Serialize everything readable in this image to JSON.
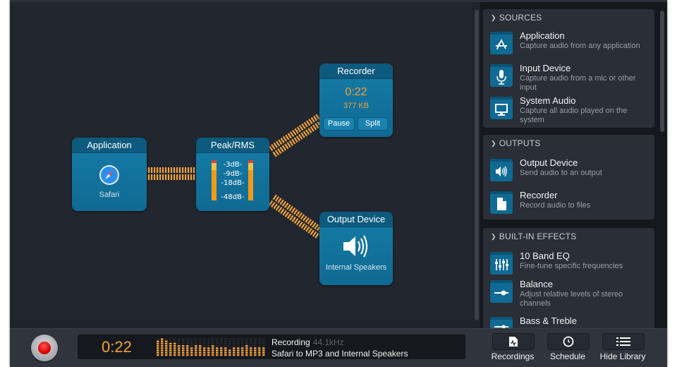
{
  "canvas": {
    "nodes": {
      "application": {
        "title": "Application",
        "subtitle": "Safari",
        "icon": "safari-compass-icon"
      },
      "peak_rms": {
        "title": "Peak/RMS",
        "db_labels": [
          "-3dB-",
          "-9dB-",
          "-18dB-",
          "-48dB-"
        ],
        "left_level": 0.92,
        "right_level": 0.92
      },
      "recorder": {
        "title": "Recorder",
        "time": "0:22",
        "size": "377 KB",
        "pause_label": "Pause",
        "split_label": "Split"
      },
      "output_device": {
        "title": "Output Device",
        "subtitle": "Internal Speakers",
        "icon": "speaker-icon"
      }
    },
    "connection_color": "#f0a23c"
  },
  "library": {
    "sections": [
      {
        "title": "SOURCES",
        "items": [
          {
            "name": "Application",
            "desc": "Capture audio from any application",
            "icon": "app-store-icon"
          },
          {
            "name": "Input Device",
            "desc": "Capture audio from a mic or other input",
            "icon": "microphone-icon"
          },
          {
            "name": "System Audio",
            "desc": "Capture all audio played on the system",
            "icon": "monitor-icon"
          }
        ]
      },
      {
        "title": "OUTPUTS",
        "items": [
          {
            "name": "Output Device",
            "desc": "Send audio to an output",
            "icon": "speaker-icon"
          },
          {
            "name": "Recorder",
            "desc": "Record audio to files",
            "icon": "file-icon"
          }
        ]
      },
      {
        "title": "BUILT-IN EFFECTS",
        "items": [
          {
            "name": "10 Band EQ",
            "desc": "Fine-tune specific frequencies",
            "icon": "equalizer-icon"
          },
          {
            "name": "Balance",
            "desc": "Adjust relative levels of stereo channels",
            "icon": "balance-slider-icon"
          },
          {
            "name": "Bass & Treble",
            "desc": "",
            "icon": "bass-treble-slider-icon"
          }
        ]
      }
    ]
  },
  "bottombar": {
    "time": "0:22",
    "status": "Recording",
    "sample_rate": "44.1kHz",
    "description": "Safari to MP3 and Internal Speakers",
    "level_meter": [
      7,
      8,
      7,
      6,
      6,
      5,
      5,
      5,
      4,
      5,
      5,
      4,
      4,
      5,
      4,
      4,
      4,
      3,
      4,
      4,
      4,
      5,
      4,
      4,
      4,
      4
    ],
    "level_meter_max": 8,
    "buttons": [
      {
        "label": "Recordings",
        "icon": "recordings-icon"
      },
      {
        "label": "Schedule",
        "icon": "clock-icon"
      },
      {
        "label": "Hide Library",
        "icon": "list-icon"
      }
    ]
  },
  "colors": {
    "accent_orange": "#f0a23c",
    "node_blue": "#0f6b94",
    "record_red": "#e00000"
  }
}
